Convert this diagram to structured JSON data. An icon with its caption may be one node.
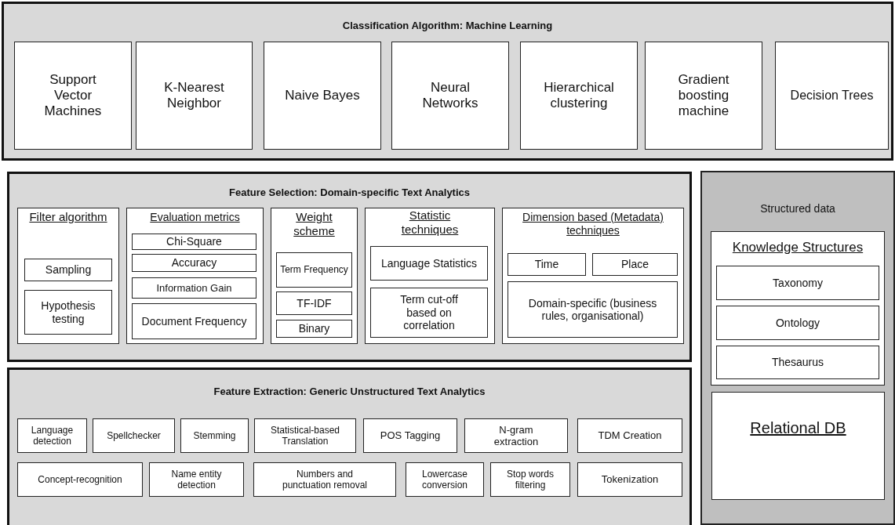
{
  "diagram": {
    "nodes": [
      {
        "text": [
          "Classification Algorithm: Machine Learning"
        ]
      },
      {
        "text": [
          "Support Vector Machines"
        ],
        "in": 0
      },
      {
        "text": [
          "K-Nearest Neighbor"
        ],
        "in": 0
      },
      {
        "text": [
          "Naive Bayes"
        ],
        "in": 0
      },
      {
        "text": [
          "Neural Networks"
        ],
        "in": 0
      },
      {
        "text": [
          "Hierarchical clustering"
        ],
        "in": 0
      },
      {
        "text": [
          "Gradient boosting machine"
        ],
        "in": 0
      },
      {
        "text": [
          "Decision Trees"
        ],
        "in": 0
      },
      {
        "text": [
          "Feature Selection: Domain-specific Text Analytics"
        ]
      },
      {
        "text": [
          "Filter algorithm"
        ],
        "in": 8
      },
      {
        "text": [
          "Sampling"
        ],
        "in": 9
      },
      {
        "text": [
          "Hypothesis testing"
        ],
        "in": 9
      },
      {
        "text": [
          "Evaluation metrics"
        ],
        "in": 8
      },
      {
        "text": [
          "Chi-Square"
        ],
        "in": 12
      },
      {
        "text": [
          "Accuracy"
        ],
        "in": 12
      },
      {
        "text": [
          "Information Gain"
        ],
        "in": 12
      },
      {
        "text": [
          "Document Frequency"
        ],
        "in": 12
      },
      {
        "text": [
          "Weight scheme"
        ],
        "in": 8
      },
      {
        "text": [
          "Term Frequency"
        ],
        "in": 17
      },
      {
        "text": [
          "TF-IDF"
        ],
        "in": 17
      },
      {
        "text": [
          "Binary"
        ],
        "in": 17
      },
      {
        "text": [
          "Statistic techniques"
        ],
        "in": 8
      },
      {
        "text": [
          "Language Statistics"
        ],
        "in": 21
      },
      {
        "text": [
          "Term cut-off based on correlation"
        ],
        "in": 21
      },
      {
        "text": [
          "Dimension based (Metadata) techniques"
        ],
        "in": 8
      },
      {
        "text": [
          "Time"
        ],
        "in": 24
      },
      {
        "text": [
          "Place"
        ],
        "in": 24
      },
      {
        "text": [
          "Domain-specific (business rules, organisational)"
        ],
        "in": 24
      },
      {
        "text": [
          "Structured data"
        ]
      },
      {
        "text": [
          "Knowledge Structures"
        ],
        "in": 28
      },
      {
        "text": [
          "Taxonomy"
        ],
        "in": 29
      },
      {
        "text": [
          "Ontology"
        ],
        "in": 29
      },
      {
        "text": [
          "Thesaurus"
        ],
        "in": 29
      },
      {
        "text": [
          "Relational DB"
        ],
        "in": 28
      },
      {
        "text": [
          "Feature Extraction: Generic Unstructured Text Analytics"
        ]
      },
      {
        "text": [
          "Language detection"
        ],
        "in": 34
      },
      {
        "text": [
          "Spellchecker"
        ],
        "in": 34
      },
      {
        "text": [
          "Stemming"
        ],
        "in": 34
      },
      {
        "text": [
          "Statistical-based Translation"
        ],
        "in": 34
      },
      {
        "text": [
          "POS Tagging"
        ],
        "in": 34
      },
      {
        "text": [
          "N-gram extraction"
        ],
        "in": 34
      },
      {
        "text": [
          "TDM Creation"
        ],
        "in": 34
      },
      {
        "text": [
          "Concept-recognition"
        ],
        "in": 34
      },
      {
        "text": [
          "Name entity detection"
        ],
        "in": 34
      },
      {
        "text": [
          "Numbers and punctuation removal"
        ],
        "in": 34
      },
      {
        "text": [
          "Lowercase conversion"
        ],
        "in": 34
      },
      {
        "text": [
          "Stop words filtering"
        ],
        "in": 34
      },
      {
        "text": [
          "Tokenization"
        ],
        "in": 34
      }
    ]
  }
}
